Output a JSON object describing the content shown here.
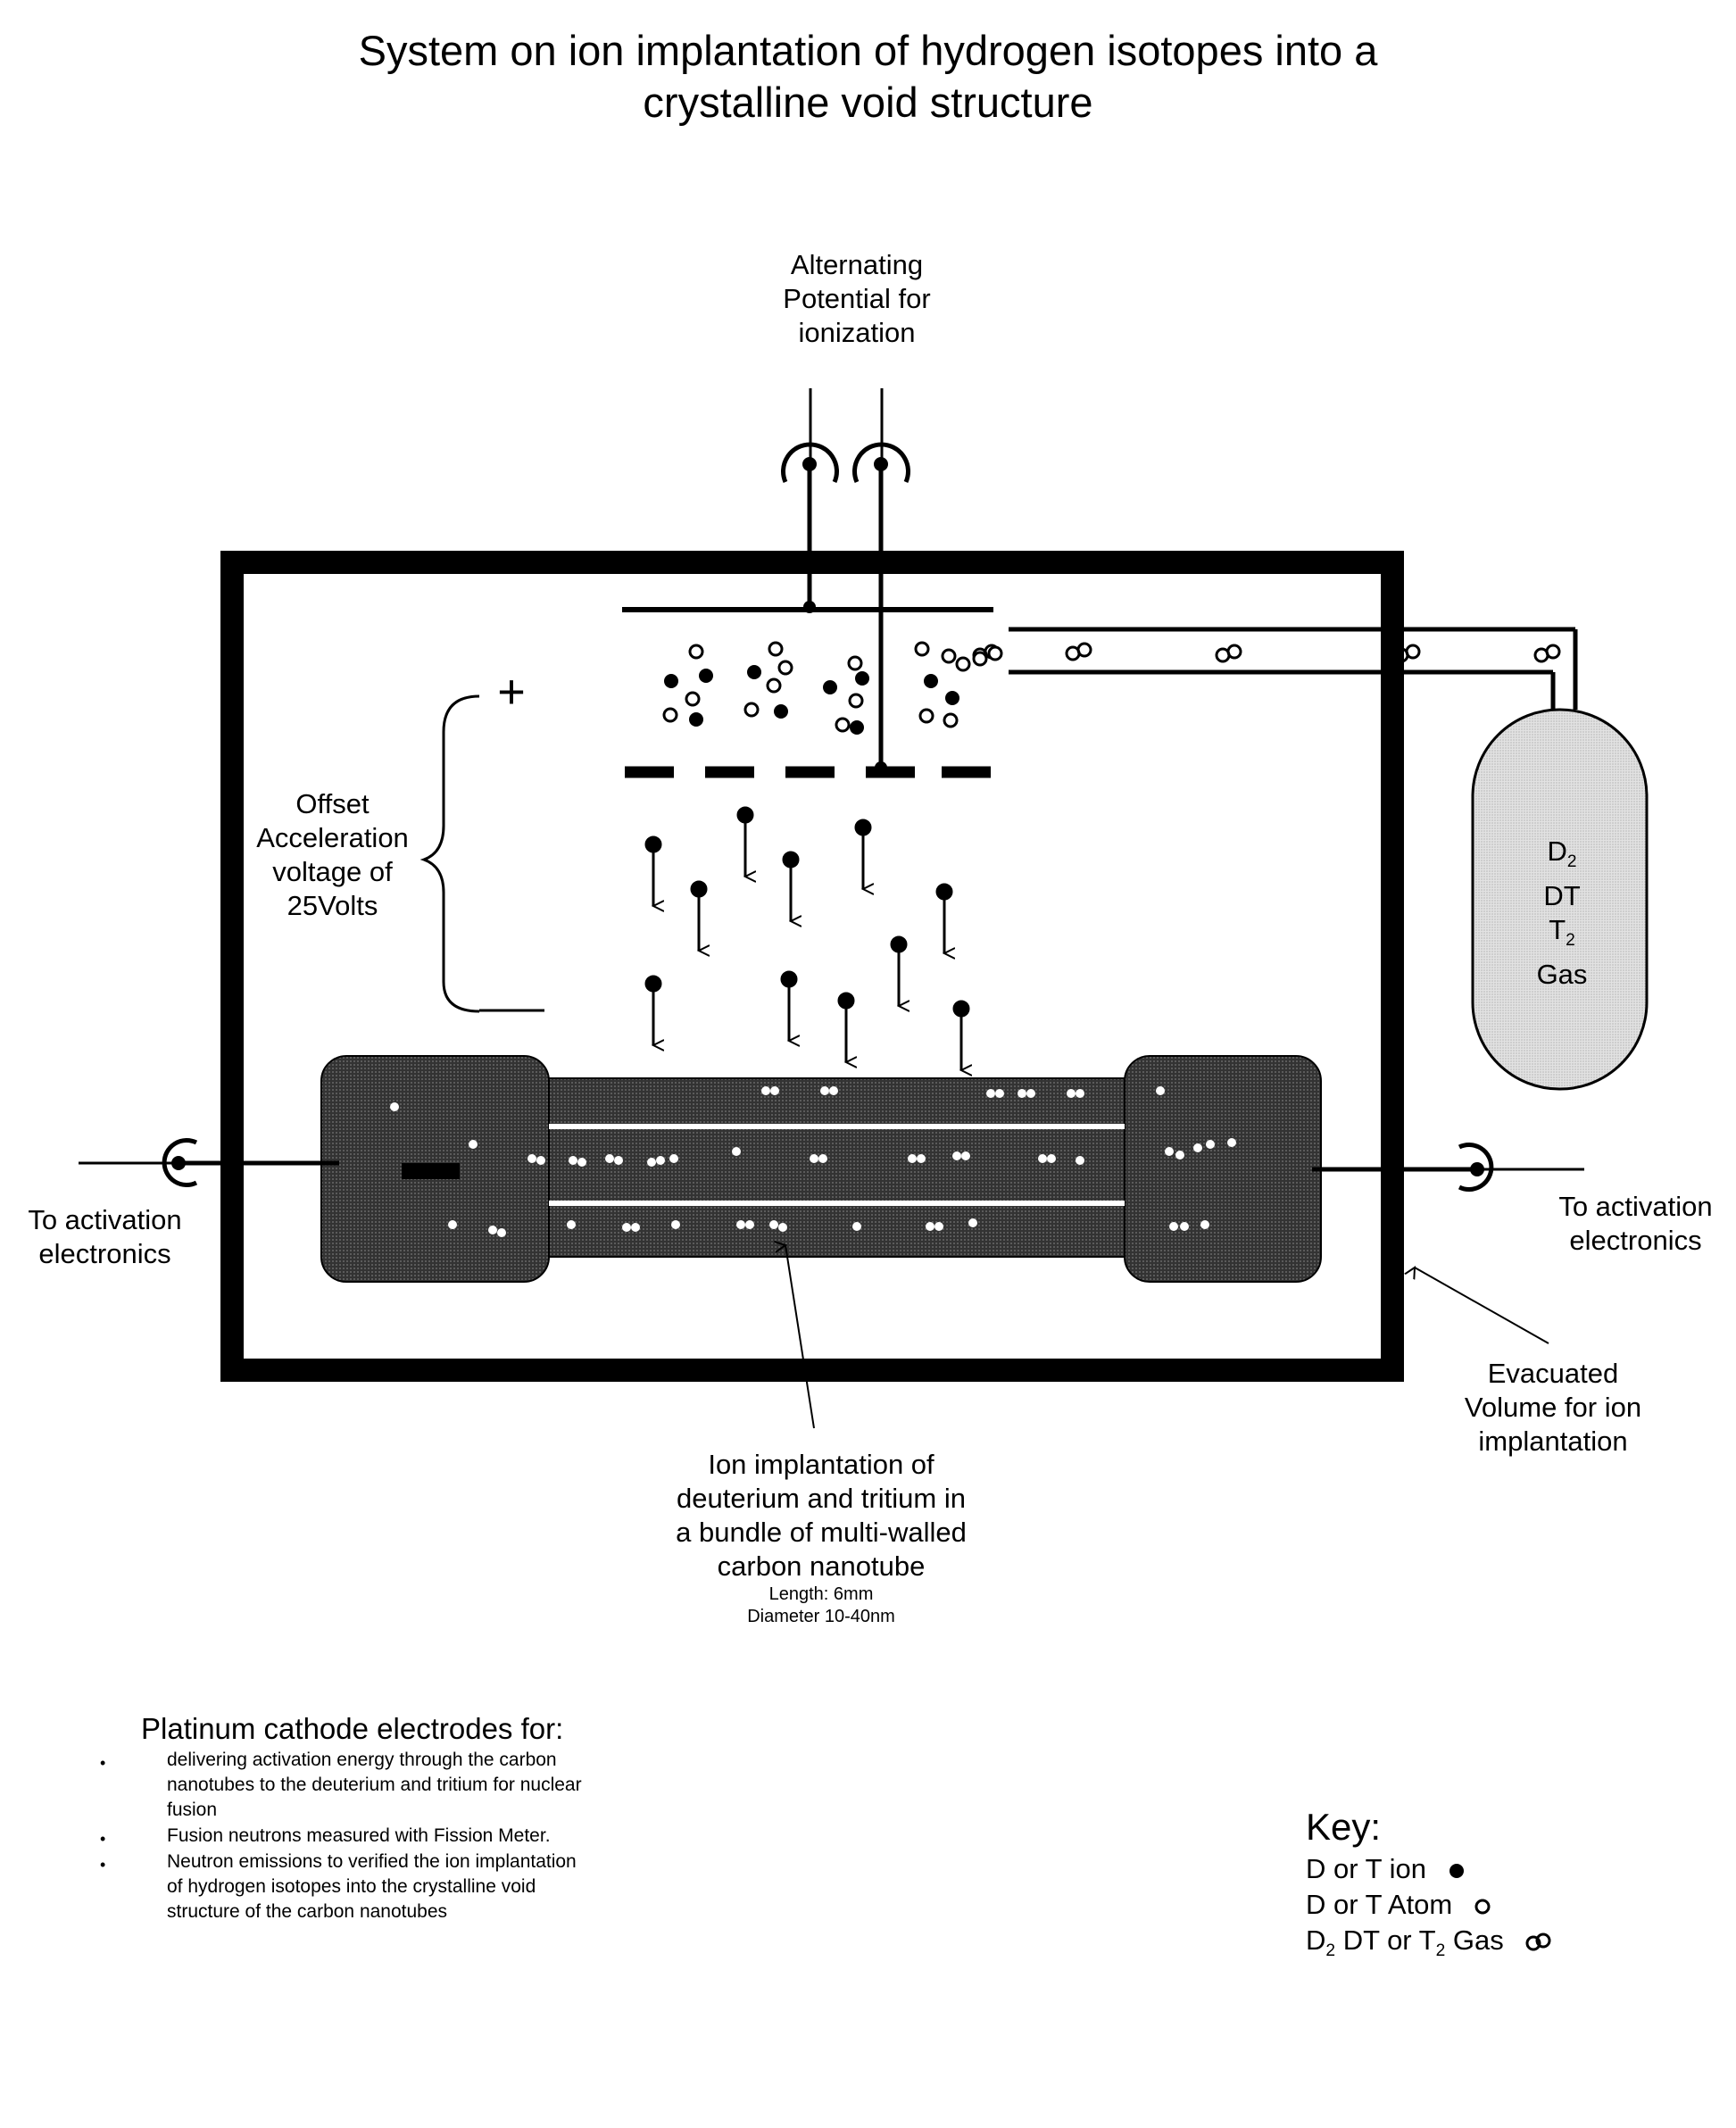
{
  "title": {
    "line1": "System on ion implantation of hydrogen isotopes into a",
    "line2": "crystalline void structure"
  },
  "labels": {
    "alternating": [
      "Alternating",
      "Potential for",
      "ionization"
    ],
    "offset": [
      "Offset",
      "Acceleration",
      "voltage  of",
      "25Volts"
    ],
    "plus_sign": "+",
    "minus_sign": "—",
    "activation_left": [
      "To activation",
      "electronics"
    ],
    "activation_right": [
      "To activation",
      "electronics"
    ],
    "evacuated": [
      "Evacuated",
      "Volume for ion",
      "implantation"
    ],
    "implantation": [
      "Ion implantation of",
      "deuterium and tritium in",
      "a bundle of multi-walled",
      "carbon nanotube"
    ],
    "length": "Length: 6mm",
    "diameter": "Diameter 10-40nm",
    "gas_tank": [
      "DT",
      "Gas"
    ],
    "gas_tank_sub": {
      "d": "D",
      "d_sub": "2",
      "t": "T",
      "t_sub": "2"
    }
  },
  "platinum": {
    "heading": "Platinum cathode electrodes for:",
    "items": [
      "delivering activation energy through the carbon nanotubes to the deuterium and tritium for nuclear fusion",
      "Fusion neutrons measured with Fission Meter.",
      "Neutron emissions to verified the ion implantation of hydrogen isotopes into the crystalline void structure of the carbon nanotubes"
    ],
    "bullet": "•"
  },
  "key": {
    "title": "Key:",
    "ion": "D or T ion",
    "atom": "D or T Atom",
    "gas_prefix": "D",
    "gas_sub1": "2",
    "gas_mid": " DT or T",
    "gas_sub2": "2",
    "gas_suffix": " Gas"
  },
  "colors": {
    "ink": "#000000",
    "paper": "#ffffff",
    "tank_fill": "#d8d8d8",
    "cathode": "#1a1a1a"
  }
}
